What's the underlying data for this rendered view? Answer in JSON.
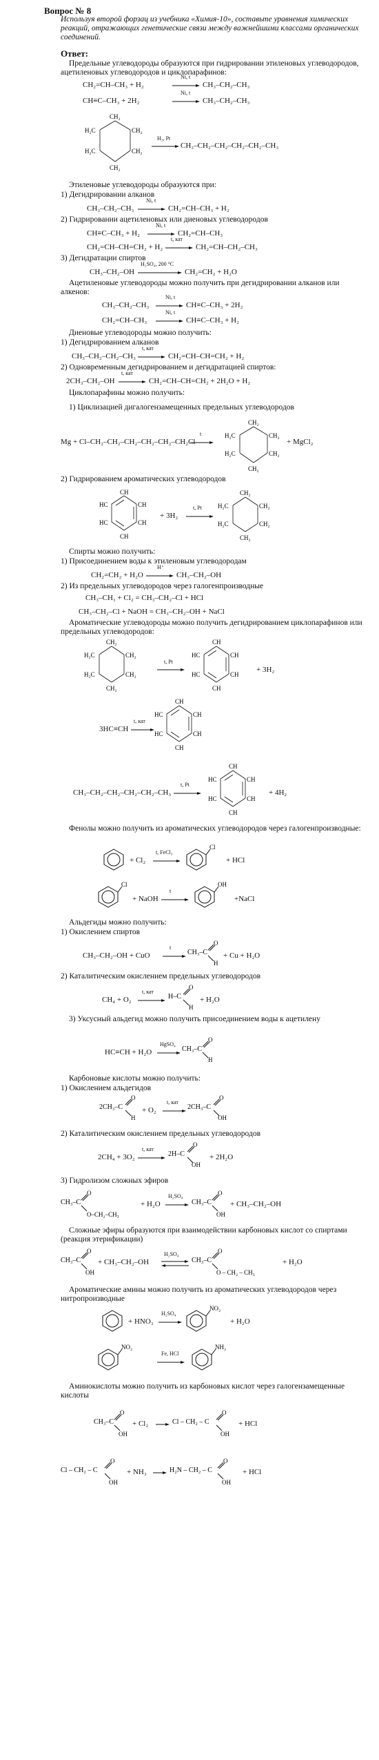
{
  "header": {
    "question": "Вопрос № 8",
    "task": "Используя второй форзац из учебника «Химия-10», составьте уравнения химических реакций, отражающих генетические связи между важнейшими классами органических соединений.",
    "answer_label": "Ответ:"
  },
  "s1": {
    "intro": "Предельные углеводороды образуются при гидрировании этиленовых углеводородов, ацетиленовых углеводородов и циклопарафинов:",
    "eq1_l": "CH₂=CH–CH₃ + H₂",
    "eq1_c": "Ni, t",
    "eq1_r": "CH₃–CH₂–CH₃",
    "eq2_l": "CH≡C–CH₃ + 2H₂",
    "eq2_c": "Ni, t",
    "eq2_r": "CH₃–CH₂–CH₃",
    "eq3_c": "H₂, Pt",
    "eq3_r": "CH₃–CH₂–CH₂–CH₂–CH₂–CH₃"
  },
  "s2": {
    "intro": "Этиленовые углеводороды образуются при:",
    "i1": "1) Дегидрировании алканов",
    "e1_l": "CH₃–CH₂–CH₃",
    "e1_c": "Ni, t",
    "e1_r": "CH₂=CH–CH₃ + H₂",
    "i2": "2) Гидрировании ацетиленовых или диеновых углеводородов",
    "e2_l": "CH≡C–CH₃ + H₂",
    "e2_c": "Ni, t",
    "e2_r": "CH₂=CH–CH₃",
    "e3_l": "CH₂=CH–CH=CH₂ + H₂",
    "e3_c": "t, кат",
    "e3_r": "CH₂=CH–CH₂–CH₃",
    "i3": "3) Дегидратации спиртов",
    "e4_l": "CH₃–CH₂–OH",
    "e4_c": "H₂SO₄, 200 °C",
    "e4_r": "CH₂=CH₂ + H₂O"
  },
  "s3": {
    "intro": "Ацетиленовые углеводороды можно получить при дегидрировании алканов или алкенов:",
    "e1_l": "CH₃–CH₂–CH₃",
    "e1_c": "Ni, t",
    "e1_r": "CH≡C–CH₃ + 2H₂",
    "e2_l": "CH₂=CH–CH₃",
    "e2_c": "Ni, t",
    "e2_r": "CH≡C–CH₃ + H₂"
  },
  "s4": {
    "intro": "Диеновые углеводороды можно получить:",
    "i1": "1) Дегидрированием алканов",
    "e1_l": "CH₃–CH₂–CH₂–CH₃",
    "e1_c": "t, кат",
    "e1_r": "CH₂=CH–CH=CH₂ + H₂",
    "i2": "2) Одновременным дегидрированием и дегидратацией спиртов:",
    "e2_l": "2CH₃–CH₂–OH",
    "e2_c": "t, кат",
    "e2_r": "CH₂=CH–CH=CH₂ + 2H₂O + H₂"
  },
  "s5": {
    "intro": "Циклопарафины можно получить:",
    "i1": "1) Циклизацией дигалогензамещенных предельных углеводородов",
    "e1_l": "Mg + Cl–CH₂–CH₂–CH₂–CH₂–CH₂–CH₂Cl",
    "e1_c": "t",
    "e1_r": "+ MgCl₂",
    "i2": "2) Гидрированием ароматических углеводородов",
    "e2_m": "+ 3H₂",
    "e2_c": "t, Pt"
  },
  "s6": {
    "intro": "Спирты можно получить:",
    "i1": "1) Присоединением воды к этиленовым углеводородам",
    "e1_l": "CH₂=CH₂ + H₂O",
    "e1_c": "H⁺",
    "e1_r": "CH₃–CH₂–OH",
    "i2": "2) Из предельных углеводородов через галогенпроизводные",
    "e2": "CH₃–CH₃ + Cl₂ = CH₃–CH₂–Cl + HCl",
    "e3": "CH₃–CH₂–Cl + NaOH = CH₃–CH₂–OH + NaCl"
  },
  "s7": {
    "intro": "Ароматические углеводороды можно получить дегидрированием циклопарафинов или предельных углеводородов:",
    "e1_c": "t, Pt",
    "e1_r": "+ 3H₂",
    "e2_l": "3HC≡CH",
    "e2_c": "t, кат",
    "e3_l": "CH₃–CH₂–CH₂–CH₂–CH₂–CH₃",
    "e3_c": "t, Pt",
    "e3_r": "+ 4H₂"
  },
  "s8": {
    "intro": "Фенолы можно получить из ароматических углеводородов через галогенпроизводные:",
    "e1_m": "+ Cl₂",
    "e1_c": "t, FeCl₃",
    "e1_r": "+ HCl",
    "e2_m": "+ NaOH",
    "e2_c": "t",
    "e2_r": "+NaCl"
  },
  "s9": {
    "intro": "Альдегиды можно получить:",
    "i1": "1) Окислением спиртов",
    "e1_l": "CH₃–CH₂–OH + CuO",
    "e1_c": "t",
    "e1_r": "+ Cu + H₂O",
    "i2": "2) Каталитическим окислением предельных углеводородов",
    "e2_l": "CH₄ + O₂",
    "e2_c": "t, кат",
    "e2_r": "+ H₂O",
    "i3": "3) Уксусный альдегид можно получить присоединением воды к ацетилену",
    "e3_l": "HC≡CH + H₂O",
    "e3_c": "HgSO₄"
  },
  "s10": {
    "intro": "Карбоновые кислоты можно получить:",
    "i1": "1) Окислением альдегидов",
    "e1_m": "+ O₂",
    "e1_c": "t, кат",
    "i2": "2) Каталитическим окислением предельных углеводородов",
    "e2_l": "2CH₄ + 3O₂",
    "e2_c": "t, кат",
    "e2_r": "+ 2H₂O",
    "i3": "3) Гидролизом сложных эфиров",
    "e3_m": "+ H₂O",
    "e3_c": "H₂SO₄",
    "e3_r": "+ CH₃–CH₂–OH"
  },
  "s11": {
    "intro": "Сложные эфиры образуются при взаимодействии карбоновых кислот со спиртами (реакция этерификации)",
    "e1_m": "+ CH₃–CH₂–OH",
    "e1_c": "H₂SO₄",
    "e1_r": "+ H₂O"
  },
  "s12": {
    "intro": "Ароматические амины можно получить из ароматических углеводородов через нитропроизводные",
    "e1_m": "+ HNO₃",
    "e1_c": "H₂SO₄",
    "e1_r": "+ H₂O",
    "e2_c": "Fe, HCl"
  },
  "s13": {
    "intro": "Аминокислоты можно получить из карбоновых кислот через галогензамещенные кислоты",
    "e1_m": "+ Cl₂",
    "e1_r": "+ HCl",
    "e2_m": "+ NH₃",
    "e2_r": "+ HCl"
  },
  "atoms": {
    "CH2": "CH₂",
    "H2C": "H₂C",
    "CH": "CH",
    "HC": "HC",
    "CH3": "CH₃",
    "C": "C",
    "O": "O",
    "OH": "OH",
    "H": "H",
    "Cl": "Cl",
    "NO2": "NO₂",
    "NH2": "NH₂",
    "ClCH2C": "Cl – CH₂ – C",
    "H2NCH2C": "H₂N – CH₂ – C",
    "CH3C": "CH₃–C",
    "2CH3C": "2CH₃–C",
    "2H–C": "2H–C",
    "H–C": "H–C",
    "OCH2CH3": "O–CH₂–CH₃",
    "O–CH2–CH3b": "O – CH₂ – CH₃"
  }
}
